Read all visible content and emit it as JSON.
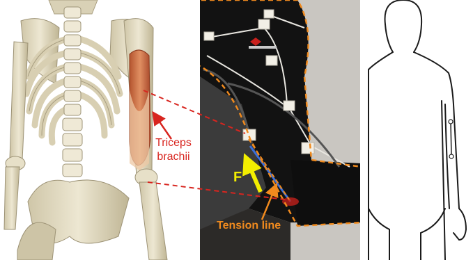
{
  "labels": {
    "muscle": [
      "Triceps",
      "brachii"
    ],
    "force": "F",
    "tension": "Tension line"
  },
  "colors": {
    "muscle_label": "#d8251f",
    "force_arrow": "#f3ee00",
    "tension_line": "#f08a1e",
    "dashed_connector": "#d8251f",
    "suit_outline": "#f08a1e",
    "sensor_cable": "#3a6fd8"
  },
  "icons": {
    "anatomy": "skeleton-back-view",
    "suit": "sensor-garment-photo",
    "sketch": "body-outline-sketch"
  }
}
